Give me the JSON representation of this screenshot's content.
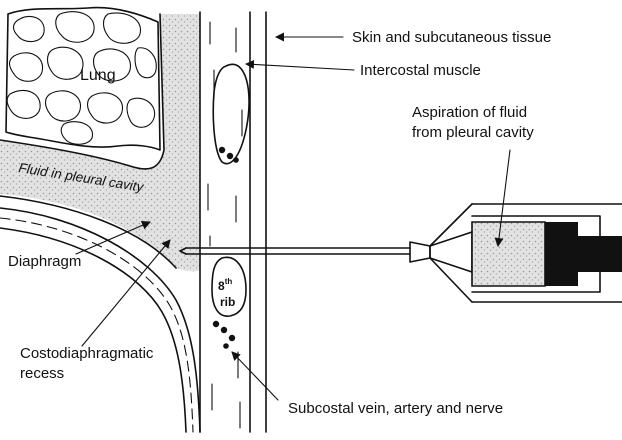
{
  "labels": {
    "skin": "Skin and subcutaneous tissue",
    "intercostal_muscle": "Intercostal muscle",
    "lung": "Lung",
    "aspiration_line1": "Aspiration of fluid",
    "aspiration_line2": "from pleural cavity",
    "fluid": "Fluid in pleural cavity",
    "diaphragm": "Diaphragm",
    "rib_number": "8",
    "rib_superscript": "th",
    "rib_word": "rib",
    "recess_line1": "Costodiaphragmatic",
    "recess_line2": "recess",
    "subcostal": "Subcostal vein, artery and nerve"
  },
  "colors": {
    "ink": "#111111",
    "stipple": "#cfcfcf",
    "fluid_fill": "#d9d9d9",
    "syringe_fill": "#111111"
  }
}
